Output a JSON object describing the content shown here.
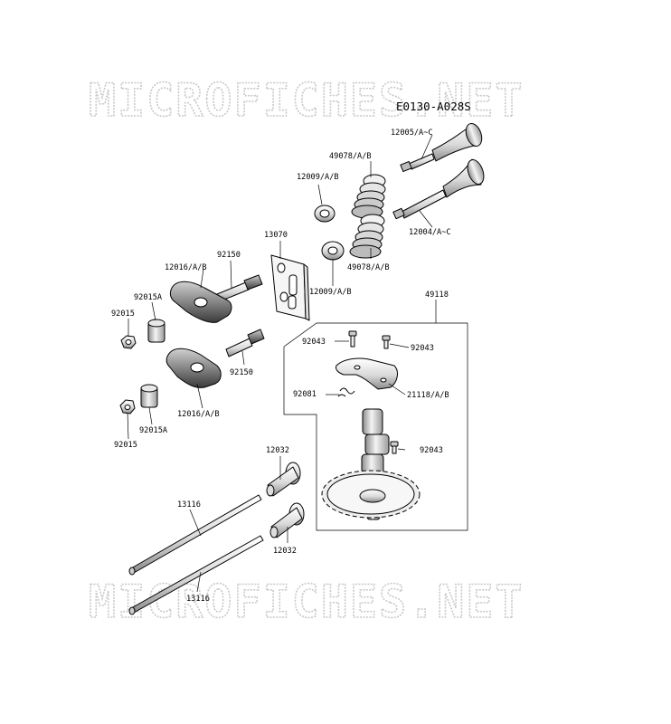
{
  "watermark": {
    "text": "MICROFICHES.NET"
  },
  "diagram_code": "E0130-A028S",
  "labels": {
    "exhaust_valve": "12005/A~C",
    "intake_valve": "12004/A~C",
    "spring_upper": "49078/A/B",
    "spring_lower": "49078/A/B",
    "retainer_upper": "12009/A/B",
    "retainer_lower": "12009/A/B",
    "plate": "13070",
    "adjust_screw_upper": "92150",
    "adjust_screw_lower": "92150",
    "rocker_upper": "12016/A/B",
    "rocker_lower": "12016/A/B",
    "pivot_nut_upper": "92015A",
    "pivot_nut_lower": "92015A",
    "hex_nut_upper": "92015",
    "hex_nut_lower": "92015",
    "camshaft_assy": "49118",
    "screw_a": "92043",
    "screw_b": "92043",
    "screw_c": "92043",
    "spring_small": "92081",
    "weight": "21118/A/B",
    "tappet_upper": "12032",
    "tappet_lower": "12032",
    "push_rod_upper": "13116",
    "push_rod_lower": "13116"
  }
}
